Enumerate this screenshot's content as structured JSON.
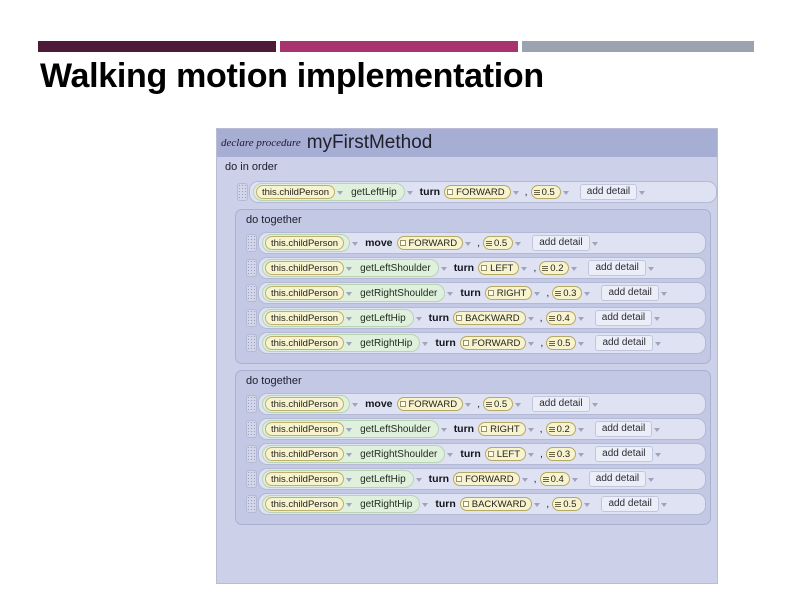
{
  "slide": {
    "title": "Walking motion implementation",
    "rule_colors": {
      "dark": "#4d1a38",
      "mid": "#a8336e",
      "light": "#9aa3af"
    }
  },
  "ide": {
    "declare_label": "declare procedure",
    "method_name": "myFirstMethod",
    "do_in_order_label": "do in order",
    "caret_icon": "chevron-down-icon",
    "add_detail_label": "add detail",
    "comma": ",",
    "top_statement": {
      "subject": "this.childPerson",
      "accessor": "getLeftHip",
      "verb": "turn",
      "direction": "FORWARD",
      "amount": "0.5",
      "add_detail": "add detail"
    },
    "blocks": [
      {
        "label": "do together",
        "statements": [
          {
            "subject": "this.childPerson",
            "accessor": "",
            "verb": "move",
            "direction": "FORWARD",
            "amount": "0.5",
            "add_detail": "add detail"
          },
          {
            "subject": "this.childPerson",
            "accessor": "getLeftShoulder",
            "verb": "turn",
            "direction": "LEFT",
            "amount": "0.2",
            "add_detail": "add detail"
          },
          {
            "subject": "this.childPerson",
            "accessor": "getRightShoulder",
            "verb": "turn",
            "direction": "RIGHT",
            "amount": "0.3",
            "add_detail": "add detail"
          },
          {
            "subject": "this.childPerson",
            "accessor": "getLeftHip",
            "verb": "turn",
            "direction": "BACKWARD",
            "amount": "0.4",
            "add_detail": "add detail"
          },
          {
            "subject": "this.childPerson",
            "accessor": "getRightHip",
            "verb": "turn",
            "direction": "FORWARD",
            "amount": "0.5",
            "add_detail": "add detail"
          }
        ]
      },
      {
        "label": "do together",
        "statements": [
          {
            "subject": "this.childPerson",
            "accessor": "",
            "verb": "move",
            "direction": "FORWARD",
            "amount": "0.5",
            "add_detail": "add detail"
          },
          {
            "subject": "this.childPerson",
            "accessor": "getLeftShoulder",
            "verb": "turn",
            "direction": "RIGHT",
            "amount": "0.2",
            "add_detail": "add detail"
          },
          {
            "subject": "this.childPerson",
            "accessor": "getRightShoulder",
            "verb": "turn",
            "direction": "LEFT",
            "amount": "0.3",
            "add_detail": "add detail"
          },
          {
            "subject": "this.childPerson",
            "accessor": "getLeftHip",
            "verb": "turn",
            "direction": "FORWARD",
            "amount": "0.4",
            "add_detail": "add detail"
          },
          {
            "subject": "this.childPerson",
            "accessor": "getRightHip",
            "verb": "turn",
            "direction": "BACKWARD",
            "amount": "0.5",
            "add_detail": "add detail"
          }
        ]
      }
    ]
  }
}
